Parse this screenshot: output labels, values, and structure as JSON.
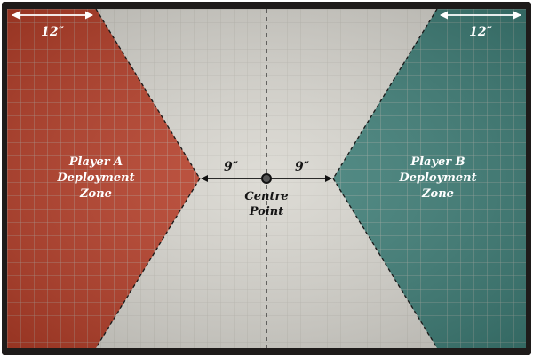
{
  "map": {
    "colors": {
      "frame": "#1e1b1a",
      "neutral": "#d9d7d0",
      "grid": "#b9b6ae",
      "zone_a": "#b8402a",
      "zone_b": "#3f7f78",
      "arrow": "#111111",
      "white_text": "#ffffff",
      "dark_text": "#151515"
    },
    "edge_distance_label": "12″",
    "centre_distance_label": "9″",
    "centre_point": [
      "Centre",
      "Point"
    ],
    "zone_a": {
      "lines": [
        "Player A",
        "Deployment",
        "Zone"
      ]
    },
    "zone_b": {
      "lines": [
        "Player B",
        "Deployment",
        "Zone"
      ]
    }
  }
}
